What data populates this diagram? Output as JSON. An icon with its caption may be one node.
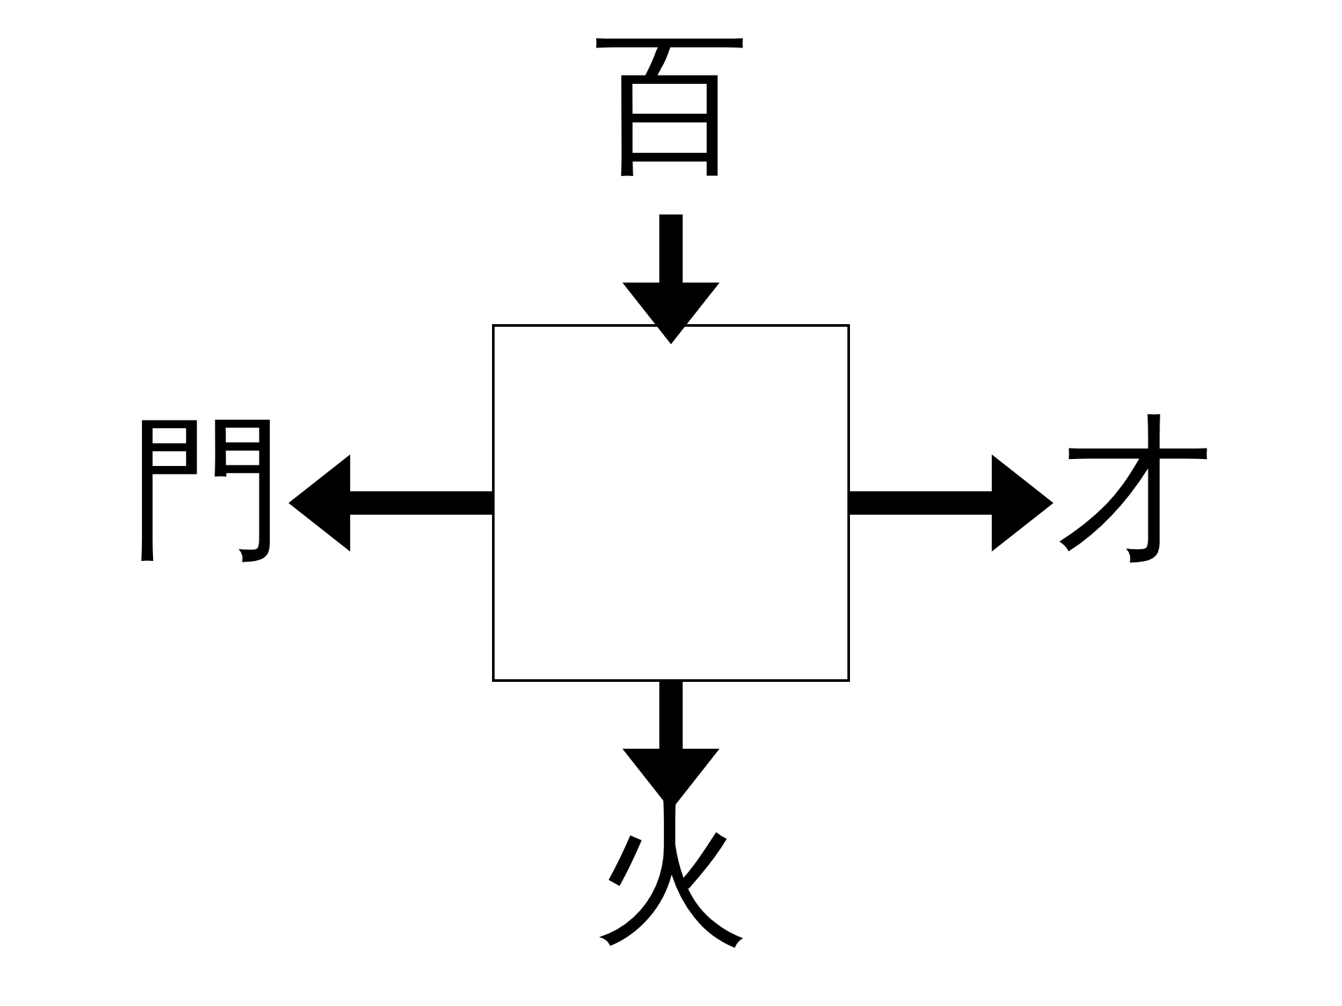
{
  "diagram": {
    "nodes": [
      {
        "text": [
          "百"
        ]
      },
      {
        "text": [
          "門"
        ]
      },
      {
        "text": [],
        "shape": "box"
      },
      {
        "text": [
          "才"
        ]
      },
      {
        "text": [
          "火"
        ]
      }
    ],
    "edges": [
      {
        "from": 0,
        "to": 2,
        "arrow": "to"
      },
      {
        "from": 2,
        "to": 1,
        "arrow": "to"
      },
      {
        "from": 2,
        "to": 3,
        "arrow": "to"
      },
      {
        "from": 2,
        "to": 4,
        "arrow": "to"
      }
    ]
  }
}
